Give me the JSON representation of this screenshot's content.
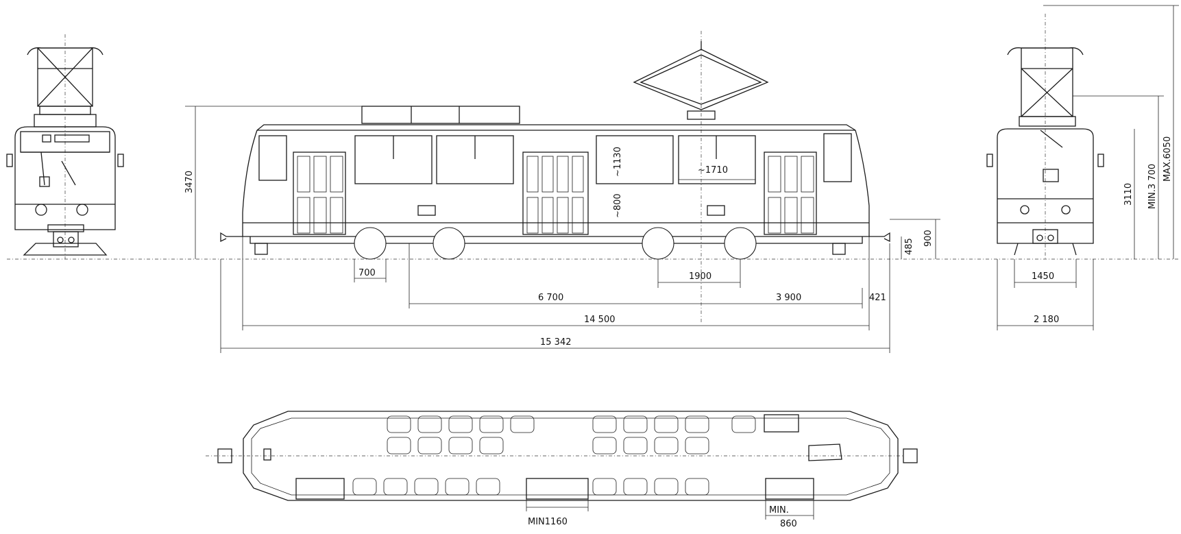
{
  "dimensions": {
    "wheel_diameter": "700",
    "bogie_wheelbase": "1900",
    "bogie_centers": "6 700",
    "bogie_to_end": "3 900",
    "coupler_overhang": "421",
    "body_length": "14 500",
    "overall_length": "15 342",
    "coupler_height": "485",
    "floor_height": "900",
    "body_height": "3470",
    "window_height": "~1130",
    "window_sill": "~800",
    "window_width": "~1710",
    "roof_height": "3110",
    "pantograph_min": "MIN.3 700",
    "pantograph_max": "MAX.6050",
    "track_gauge": "1450",
    "body_width": "2 180",
    "aisle_min": "MIN1160",
    "door_min_label": "MIN.",
    "door_min_value": "860"
  }
}
